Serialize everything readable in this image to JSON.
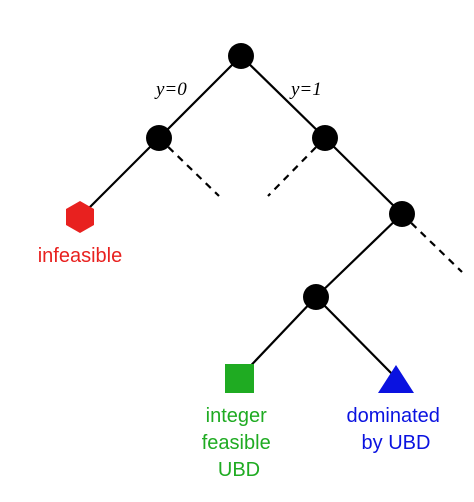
{
  "diagram": {
    "branch_labels": {
      "left": "y=0",
      "right": "y=1"
    },
    "outcomes": {
      "infeasible": {
        "lines": [
          "infeasible"
        ],
        "color": "#e8211f",
        "shape": "hexagon"
      },
      "integer_feasible": {
        "lines": [
          "integer",
          "feasible",
          "UBD"
        ],
        "color": "#1fab22",
        "shape": "square"
      },
      "dominated": {
        "lines": [
          "dominated",
          "by UBD"
        ],
        "color": "#0a12e0",
        "shape": "triangle"
      }
    },
    "edge_color": "#000000",
    "node_color": "#000000"
  }
}
